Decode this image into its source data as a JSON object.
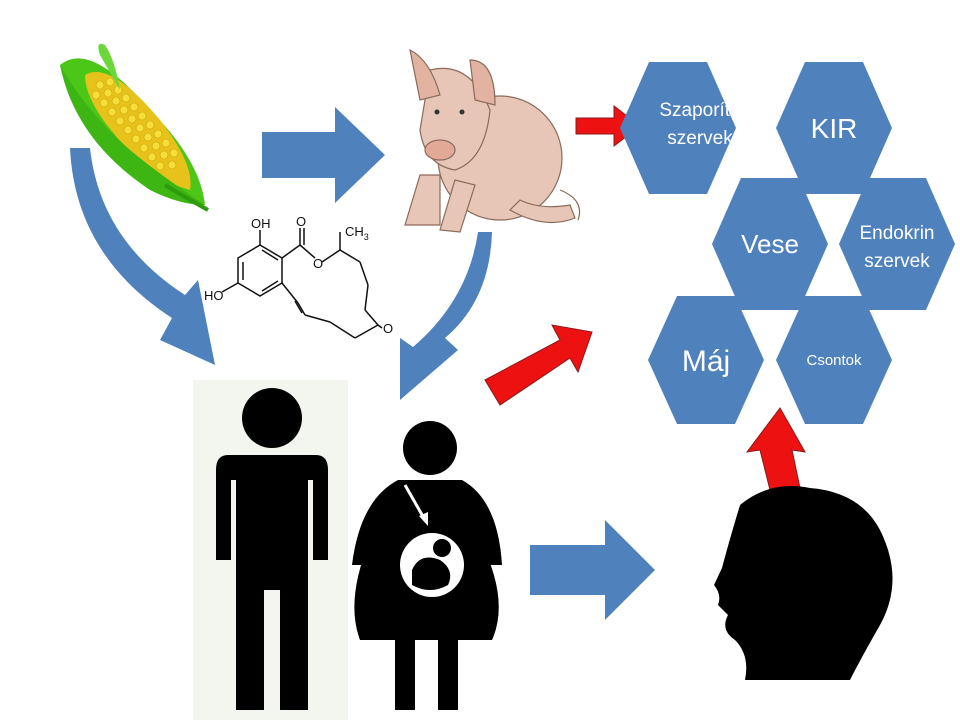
{
  "colors": {
    "hexagon": "#4f81bd",
    "blue_arrow": "#4f81bd",
    "red_arrow": "#ee1111",
    "silhouette": "#000000",
    "corn_leaf": "#4cc617",
    "corn_kernel": "#f2d21a",
    "pig": "#e8c6b7"
  },
  "organs": [
    {
      "line1": "Szaporító",
      "line2": "szervek"
    },
    {
      "line1": "KIR",
      "line2": ""
    },
    {
      "line1": "Vese",
      "line2": ""
    },
    {
      "line1": "Endokrin",
      "line2": "szervek"
    },
    {
      "line1": "Máj",
      "line2": ""
    },
    {
      "line1": "Csontok",
      "line2": ""
    }
  ],
  "molecule": {
    "oh_top": "OH",
    "ho_left": "HO",
    "o_ester": "O",
    "o_carbonyl": "O",
    "o_ketone": "O",
    "ch3": "CH",
    "ch3_sub": "3"
  },
  "icons": [
    "corn-icon",
    "pig-icon",
    "man-silhouette-icon",
    "pregnant-woman-icon",
    "child-head-silhouette-icon",
    "zearalenone-structure"
  ]
}
